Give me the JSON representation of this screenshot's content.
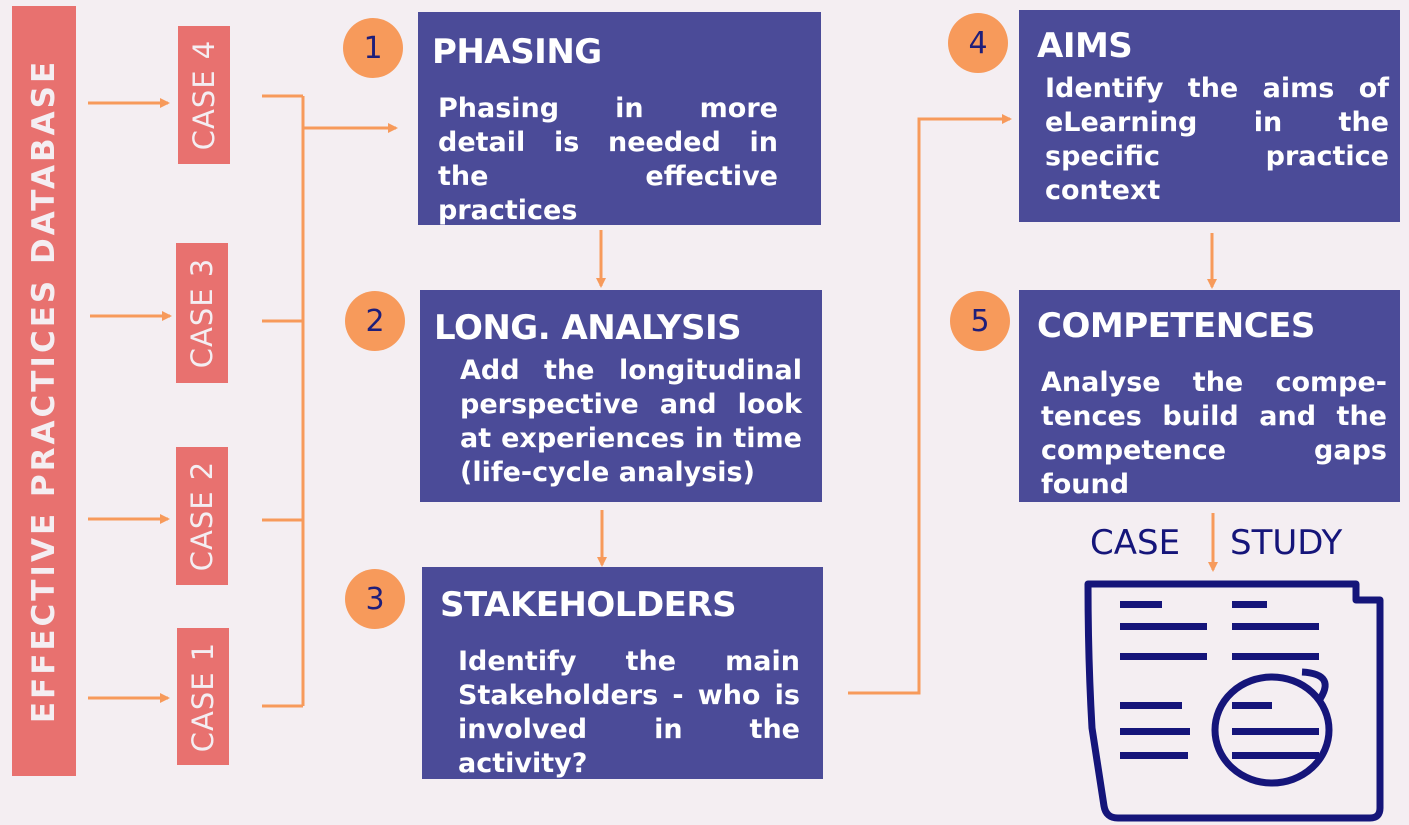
{
  "database_label": "EFFECTIVE PRACTICES DATABASE",
  "cases": [
    "CASE 4",
    "CASE 3",
    "CASE 2",
    "CASE 1"
  ],
  "steps": [
    {
      "num": "1",
      "title": "PHASING",
      "text": "Phasing in more detail is needed in the effective practices"
    },
    {
      "num": "2",
      "title": "LONG. ANALYSIS",
      "text": "Add the longitudinal perspective and look at experiences in time (life-cycle analysis)"
    },
    {
      "num": "3",
      "title": "STAKEHOLDERS",
      "text": "Identify the main Stakeholders - who is involved in the activity?"
    },
    {
      "num": "4",
      "title": "AIMS",
      "text": "Identify the aims of eLearning in the specific practice context"
    },
    {
      "num": "5",
      "title": "COMPETENCES",
      "text": "Analyse the compe-tences build and the competence gaps found"
    }
  ],
  "case_study": {
    "left": "CASE",
    "right": "STUDY"
  },
  "icons": [
    "document-magnifier-icon"
  ],
  "colors": {
    "case": "#e8716f",
    "step": "#4b4b98",
    "connector": "#f79a5b",
    "dark": "#15157a"
  }
}
